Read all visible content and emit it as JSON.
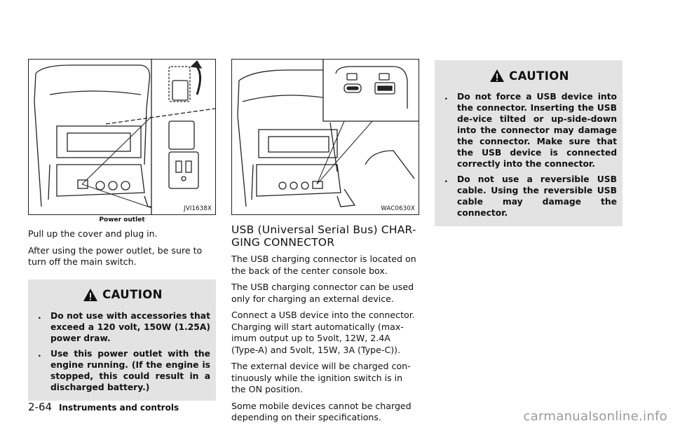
{
  "column1": {
    "figure_id": "JVI1638X",
    "caption": "Power outlet",
    "paragraphs": [
      "Pull up the cover and plug in.",
      "After using the power outlet, be sure to turn off the main switch."
    ],
    "caution": {
      "title": "CAUTION",
      "items": [
        "Do not use with accessories that exceed a 120 volt, 150W (1.25A) power draw.",
        "Use this power outlet with the engine running. (If the engine is stopped, this could result in a discharged battery.)"
      ]
    }
  },
  "column2": {
    "figure_id": "WAC0630X",
    "heading": "USB (Universal Serial Bus) CHAR-GING CONNECTOR",
    "paragraphs": [
      "The USB charging connector is located on the back of the center console box.",
      "The USB charging connector can be used only for charging an external device.",
      "Connect a USB device into the connector. Charging will start automatically (max-imum output up to 5volt, 12W, 2.4A (Type-A) and 5volt, 15W, 3A (Type-C)).",
      "The external device will be charged con-tinuously while the ignition switch is in the ON position.",
      "Some mobile devices cannot be charged depending on their specifications."
    ]
  },
  "column3": {
    "caution": {
      "title": "CAUTION",
      "items": [
        "Do not force a USB device into the connector. Inserting the USB de-vice tilted or up-side-down into the connector may damage the connector. Make sure that the USB device is connected correctly into the connector.",
        "Do not use a reversible USB cable. Using the reversible USB cable may damage the connector."
      ]
    }
  },
  "footer": {
    "page_number": "2-64",
    "section": "Instruments and controls"
  },
  "watermark": "carmanualsonline.info",
  "bullet": "."
}
